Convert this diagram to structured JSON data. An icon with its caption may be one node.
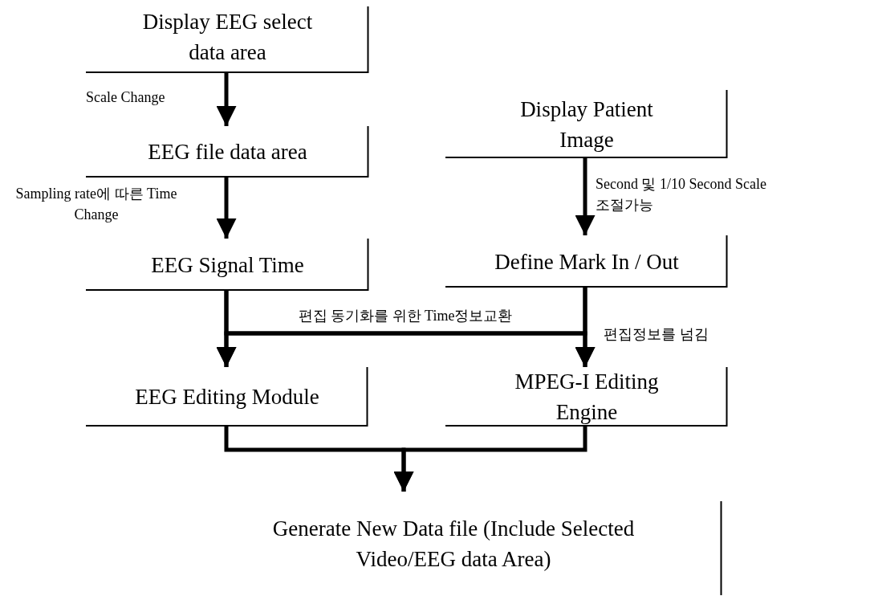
{
  "diagram": {
    "nodes": [
      {
        "text": [
          "Display EEG select data area"
        ]
      },
      {
        "text": [
          "EEG file data area"
        ]
      },
      {
        "text": [
          "EEG Signal Time"
        ]
      },
      {
        "text": [
          "Display Patient Image"
        ]
      },
      {
        "text": [
          "Define Mark In / Out"
        ]
      },
      {
        "text": [
          "EEG Editing Module"
        ]
      },
      {
        "text": [
          "MPEG-I Editing Engine"
        ]
      },
      {
        "text": [
          "Generate New Data file (Include Selected Video/EEG data Area)"
        ]
      }
    ],
    "edges": [
      {
        "from": 0,
        "to": 1,
        "arrow": "to",
        "label": "Scale Change"
      },
      {
        "from": 1,
        "to": 2,
        "arrow": "to",
        "label": "Sampling rate에 따른 Time Change"
      },
      {
        "from": 3,
        "to": 4,
        "arrow": "to",
        "label": "Second 및 1/10 Second Scale 조절가능"
      },
      {
        "from": 2,
        "to": 5,
        "arrow": "to"
      },
      {
        "from": 4,
        "to": 6,
        "arrow": "to",
        "label": "편집정보를 넘김"
      },
      {
        "from": 2,
        "to": 6,
        "arrow": "to",
        "label": "편집 동기화를 위한 Time정보교환"
      },
      {
        "from": 4,
        "to": 5,
        "arrow": "to"
      },
      {
        "from": 5,
        "to": 7,
        "arrow": "to"
      },
      {
        "from": 6,
        "to": 7,
        "arrow": "to"
      }
    ]
  }
}
